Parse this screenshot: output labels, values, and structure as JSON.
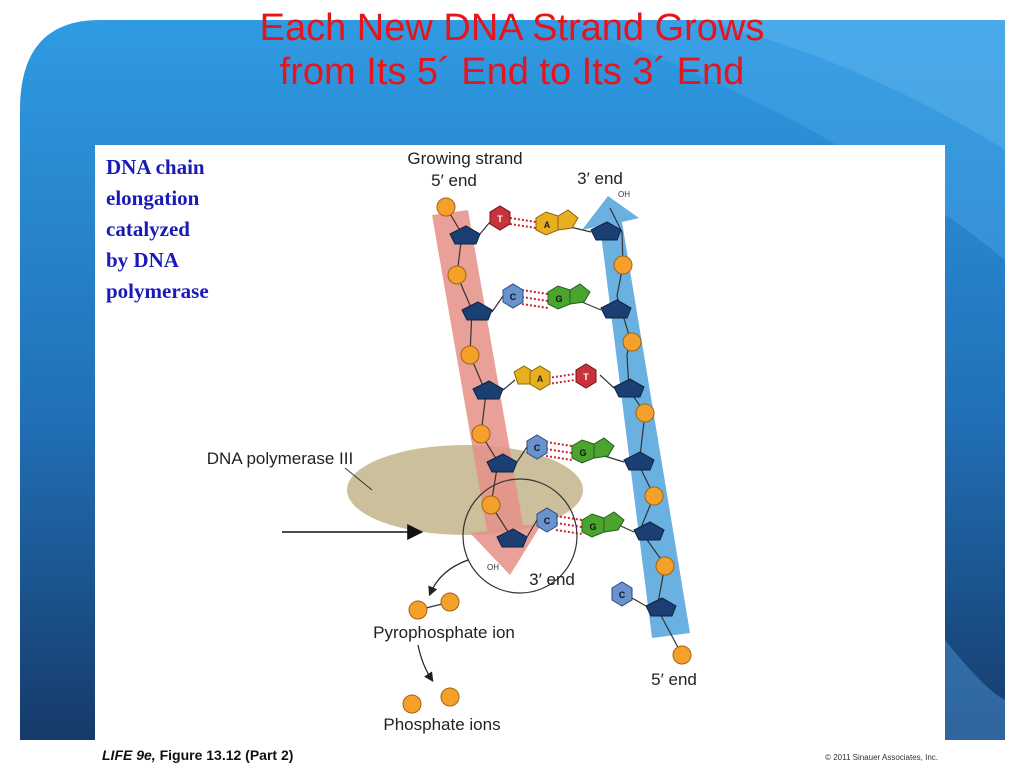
{
  "slide": {
    "title_line1": "Each New DNA Strand Grows",
    "title_line2": "from Its 5´ End to Its 3´ End",
    "caption_lines": [
      "DNA chain",
      "elongation",
      "catalyzed",
      "by DNA",
      "polymerase"
    ]
  },
  "figure": {
    "growing_strand_label": "Growing strand",
    "top_left_end": "5′ end",
    "top_right_end": "3′ end",
    "oh_top": "OH",
    "polymerase_label": "DNA polymerase III",
    "oh_bottom": "OH",
    "bottom_left_end": "3′ end",
    "pyrophosphate_label": "Pyrophosphate ion",
    "phosphate_label": "Phosphate ions",
    "bottom_right_end": "5′ end",
    "base_pairs": [
      {
        "left": "T",
        "right": "A"
      },
      {
        "left": "C",
        "right": "G"
      },
      {
        "left": "A",
        "right": "T"
      },
      {
        "left": "C",
        "right": "G"
      },
      {
        "left": "C",
        "right": "G"
      }
    ],
    "incoming_base": "C"
  },
  "colors": {
    "title": "#e8141b",
    "caption": "#1a1ab8",
    "background_blue": "#2a8fd8",
    "dark_navy": "#1b3d6e",
    "phosphate_orange": "#f5a02a",
    "sugar_navy": "#1c3f73",
    "growing_arrow": "#e58f86",
    "template_arrow": "#5aa9df",
    "polymerase_tan": "#cbbf9c",
    "base_T": "#c8323c",
    "base_A": "#e8b020",
    "base_C": "#6a92cc",
    "base_G": "#4aa42e"
  },
  "footer": {
    "book": "LIFE 9e,",
    "figure_ref": "Figure 13.12 (Part 2)",
    "copyright": "© 2011 Sinauer Associates, Inc."
  }
}
